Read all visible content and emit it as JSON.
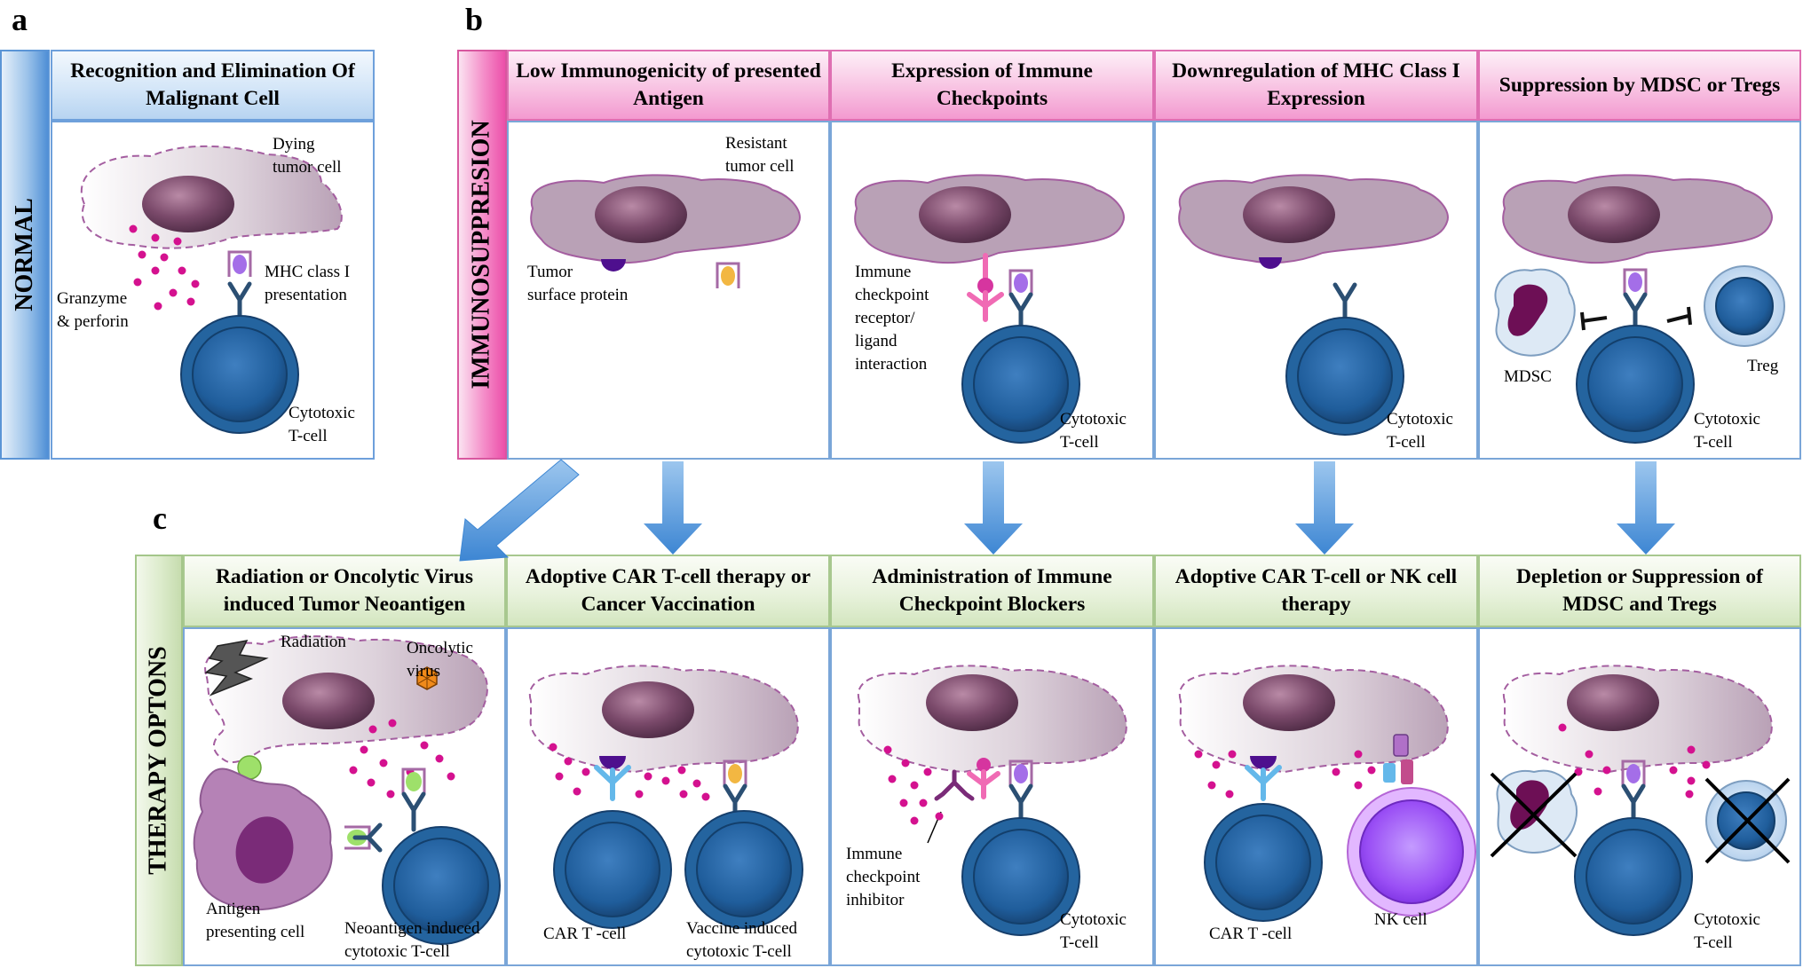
{
  "panel_letters": {
    "a": "a",
    "b": "b",
    "c": "c"
  },
  "side_labels": {
    "normal": "NORMAL",
    "immunosuppression": "IMMUNOSUPPRESION",
    "therapy": "THERAPY OPTONS"
  },
  "headers": {
    "a": "Recognition and Elimination Of Malignant Cell",
    "b1": "Low Immunogenicity of presented Antigen",
    "b2": "Expression of Immune Checkpoints",
    "b3": "Downregulation of MHC Class I Expression",
    "b4": "Suppression by MDSC or Tregs",
    "c1": "Radiation or Oncolytic Virus induced Tumor Neoantigen",
    "c2": "Adoptive CAR T-cell therapy or Cancer Vaccination",
    "c3": "Administration of Immune Checkpoint Blockers",
    "c4": "Adoptive CAR T-cell or NK cell therapy",
    "c5": "Depletion or Suppression of MDSC and Tregs"
  },
  "labels": {
    "a_dying": "Dying\ntumor cell",
    "a_mhc": "MHC class I\npresentation",
    "a_granzyme": "Granzyme\n& perforin",
    "a_tcell": "Cytotoxic\nT-cell",
    "b1_resistant": "Resistant\ntumor cell",
    "b1_surface": "Tumor\nsurface protein",
    "b2_checkpoint": "Immune\ncheckpoint\nreceptor/\nligand\ninteraction",
    "b2_tcell": "Cytotoxic\nT-cell",
    "b3_tcell": "Cytotoxic\nT-cell",
    "b4_mdsc": "MDSC",
    "b4_treg": "Treg",
    "b4_tcell": "Cytotoxic\nT-cell",
    "c1_radiation": "Radiation",
    "c1_virus": "Oncolytic\nvirus",
    "c1_apc": "Antigen\npresenting cell",
    "c1_neo": "Neoantigen induced\ncytotoxic T-cell",
    "c2_car": "CAR T -cell",
    "c2_vaccine": "Vaccine induced\ncytotoxic T-cell",
    "c3_inhibitor": "Immune\ncheckpoint\ninhibitor",
    "c3_tcell": "Cytotoxic\nT-cell",
    "c4_car": "CAR T -cell",
    "c4_nk": "NK cell",
    "c5_tcell": "Cytotoxic\nT-cell"
  },
  "colors": {
    "normal_accent": "#4f8fd6",
    "immunosuppression_accent": "#ec4fa9",
    "therapy_accent": "#c6dcae",
    "arrow": "#4a90d9",
    "tumor_cell": "#b9a1b6",
    "nucleus": "#7b4a6b",
    "t_cell": "#1f5d9b",
    "granzyme_dots": "#d4118f",
    "mhc_antigen": "#a46ee8",
    "checkpoint": "#f06bb4",
    "nk_cell": "#9a4ff5",
    "mdsc": "#6d0f55"
  }
}
